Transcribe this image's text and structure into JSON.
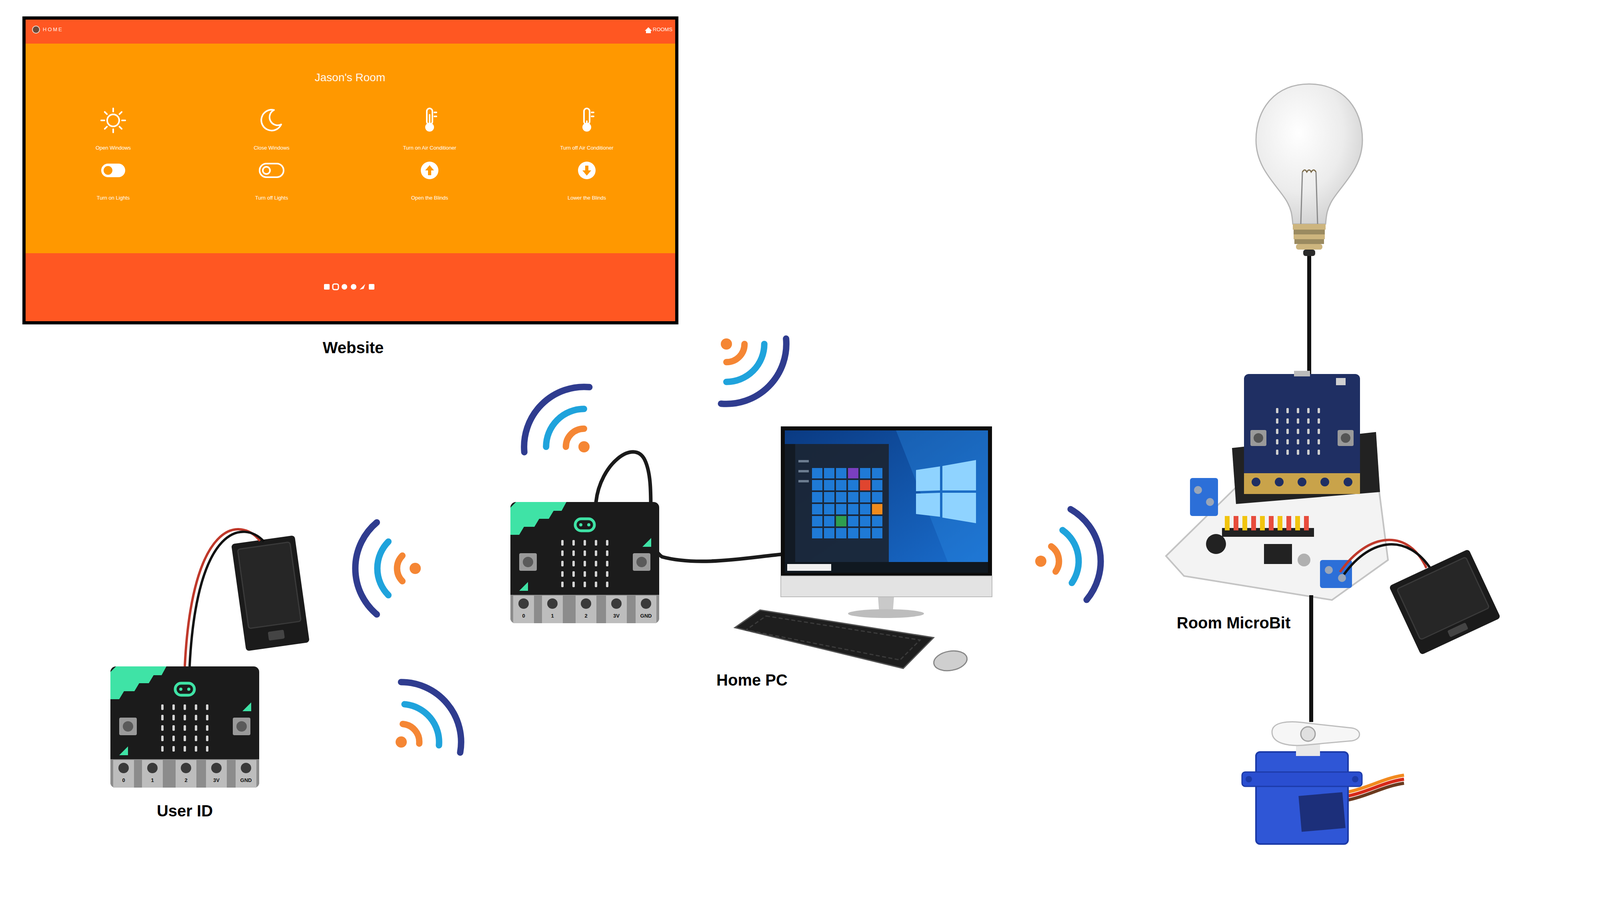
{
  "diagram": {
    "nodes": [
      {
        "text": [
          "Website"
        ]
      },
      {
        "text": [
          "User ID"
        ]
      },
      {
        "text": [
          "Home PC"
        ]
      },
      {
        "text": [
          "Room MicroBit"
        ]
      }
    ],
    "labels": [
      "HOME",
      "ROOMS",
      "Jason's Room",
      "Open Windows",
      "Close Windows",
      "Turn on Air Conditioner",
      "Turn off Air Conditioner",
      "Turn on Lights",
      "Turn off Lights",
      "Open the Blinds",
      "Lower the Blinds",
      "0",
      "1",
      "2",
      "3V",
      "GND",
      "0",
      "1",
      "2",
      "3V",
      "GND"
    ]
  }
}
